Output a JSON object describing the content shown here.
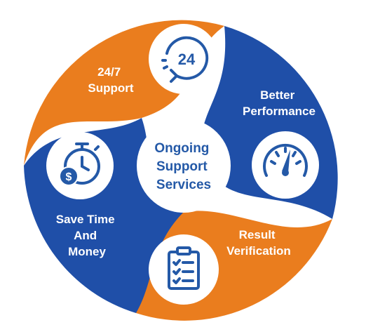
{
  "diagram": {
    "center": {
      "lines": [
        "Ongoing",
        "Support",
        "Services"
      ]
    },
    "segments": [
      {
        "id": "support",
        "lines": [
          "24/7",
          "Support"
        ],
        "icon": "clock-24-icon",
        "icon_text": "24",
        "color": "#ea7d1e"
      },
      {
        "id": "performance",
        "lines": [
          "Better",
          "Performance"
        ],
        "icon": "speedometer-icon",
        "color": "#1f4fa8"
      },
      {
        "id": "verification",
        "lines": [
          "Result",
          "Verification"
        ],
        "icon": "clipboard-checklist-icon",
        "color": "#ea7d1e"
      },
      {
        "id": "save",
        "lines": [
          "Save Time",
          "And",
          "Money"
        ],
        "icon": "stopwatch-dollar-icon",
        "color": "#1f4fa8"
      }
    ],
    "colors": {
      "orange": "#ea7d1e",
      "blue": "#1f4fa8",
      "icon_blue": "#2459a7",
      "white": "#ffffff"
    }
  }
}
